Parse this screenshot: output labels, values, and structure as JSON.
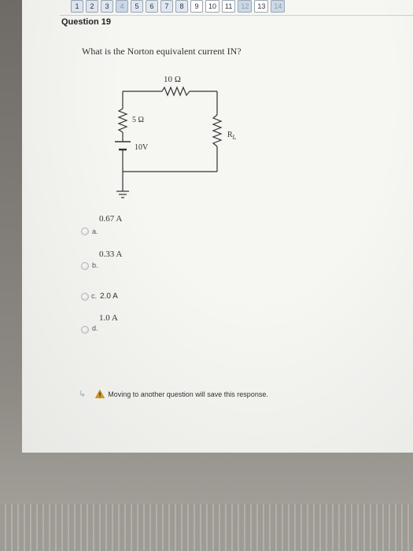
{
  "nav": {
    "items": [
      "1",
      "2",
      "3",
      "4",
      "5",
      "6",
      "7",
      "8",
      "9",
      "10",
      "11",
      "12",
      "13",
      "14"
    ],
    "current": "19"
  },
  "question": {
    "title": "Question 19",
    "prompt": "What is the Norton equivalent current IN?"
  },
  "circuit": {
    "r_top": "10 Ω",
    "r_left": "5 Ω",
    "source": "10V",
    "r_load_main": "R",
    "r_load_sub": "L"
  },
  "options": [
    {
      "letter": "a.",
      "value": "0.67 A"
    },
    {
      "letter": "b.",
      "value": "0.33 A"
    },
    {
      "letter": "c.",
      "value": "2.0 A"
    },
    {
      "letter": "d.",
      "value": "1.0 A"
    }
  ],
  "footer": {
    "save_message": "Moving to another question will save this response."
  },
  "colors": {
    "warning": "#e0a020",
    "nav_border": "#9aa7b4"
  }
}
